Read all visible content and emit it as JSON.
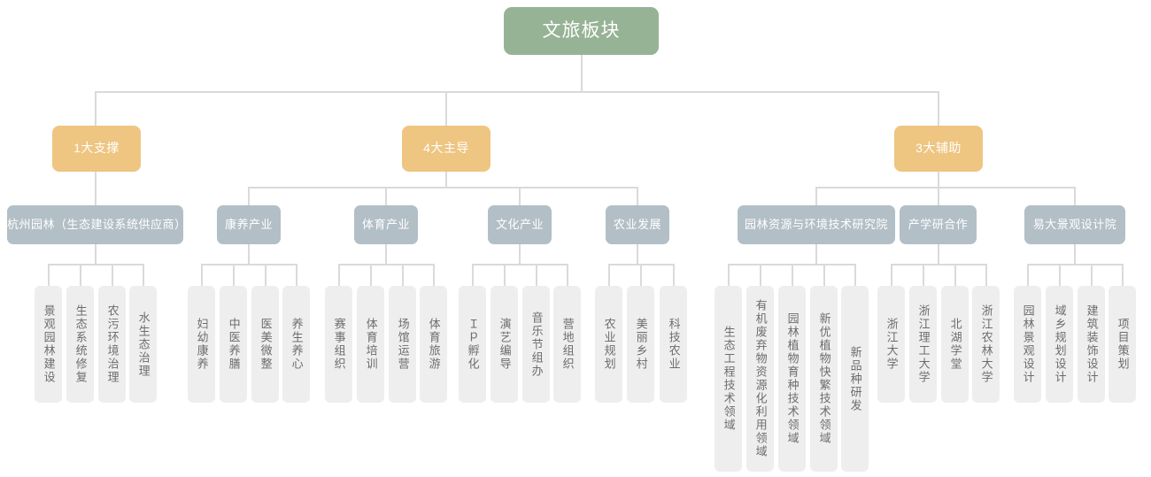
{
  "diagram": {
    "title_node": {
      "label": "文旅板块",
      "color": "#96b396"
    },
    "level2_color": "#eec581",
    "level3_color": "#b3bfc6",
    "leaf_color": "#eeeeee",
    "connector_color": "#d8dadd",
    "level2": [
      {
        "label": "1大支撑"
      },
      {
        "label": "4大主导"
      },
      {
        "label": "3大辅助"
      }
    ],
    "level3": [
      {
        "label": "杭州园林（生态建设系统供应商）"
      },
      {
        "label": "康养产业"
      },
      {
        "label": "体育产业"
      },
      {
        "label": "文化产业"
      },
      {
        "label": "农业发展"
      },
      {
        "label": "园林资源与环境技术研究院"
      },
      {
        "label": "产学研合作"
      },
      {
        "label": "易大景观设计院"
      }
    ],
    "leaves": [
      {
        "label": "景观园林建设"
      },
      {
        "label": "生态系统修复"
      },
      {
        "label": "农污环境治理"
      },
      {
        "label": "水生态治理"
      },
      {
        "label": "妇幼康养"
      },
      {
        "label": "中医养膳"
      },
      {
        "label": "医美微整"
      },
      {
        "label": "养生养心"
      },
      {
        "label": "赛事组织"
      },
      {
        "label": "体育培训"
      },
      {
        "label": "场馆运营"
      },
      {
        "label": "体育旅游"
      },
      {
        "label": "Ｉｐ孵化"
      },
      {
        "label": "演艺编导"
      },
      {
        "label": "音乐节组办"
      },
      {
        "label": "营地组织"
      },
      {
        "label": "农业规划"
      },
      {
        "label": "美丽乡村"
      },
      {
        "label": "科技农业"
      },
      {
        "label": "生态工程技术领域"
      },
      {
        "label": "有机废弃物资源化利用领域"
      },
      {
        "label": "园林植物育种技术领域"
      },
      {
        "label": "新优植物快繁技术领域"
      },
      {
        "label": "新品种研发"
      },
      {
        "label": "浙江大学"
      },
      {
        "label": "浙江理工大学"
      },
      {
        "label": "北湖学堂"
      },
      {
        "label": "浙江农林大学"
      },
      {
        "label": "园林景观设计"
      },
      {
        "label": "域乡规划设计"
      },
      {
        "label": "建筑装饰设计"
      },
      {
        "label": "项目策划"
      }
    ]
  }
}
